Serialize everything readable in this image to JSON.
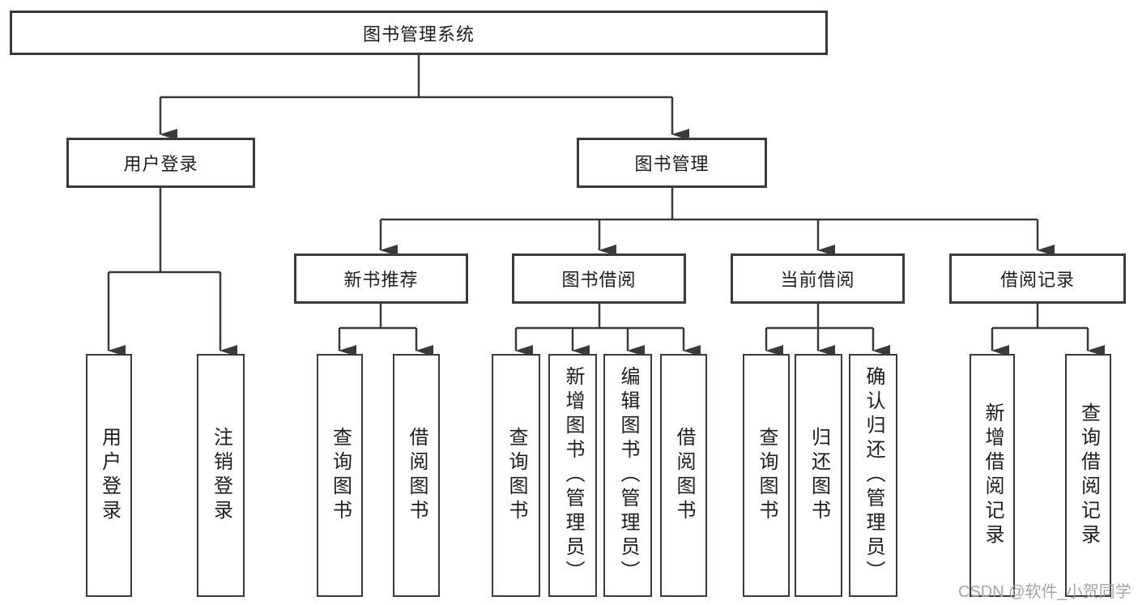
{
  "diagram": {
    "title": "图书管理系统",
    "root": {
      "label": "图书管理系统"
    },
    "level2": [
      {
        "id": "user-login",
        "label": "用户登录"
      },
      {
        "id": "book-management",
        "label": "图书管理"
      }
    ],
    "level3": [
      {
        "id": "new-book-recommend",
        "label": "新书推荐",
        "parent": "book-management"
      },
      {
        "id": "book-borrow",
        "label": "图书借阅",
        "parent": "book-management"
      },
      {
        "id": "current-borrow",
        "label": "当前借阅",
        "parent": "book-management"
      },
      {
        "id": "borrow-record",
        "label": "借阅记录",
        "parent": "book-management"
      }
    ],
    "leaves": [
      {
        "parent": "user-login",
        "label": "用户登录"
      },
      {
        "parent": "user-login",
        "label": "注销登录"
      },
      {
        "parent": "new-book-recommend",
        "label": "查询图书"
      },
      {
        "parent": "new-book-recommend",
        "label": "借阅图书"
      },
      {
        "parent": "book-borrow",
        "label": "查询图书"
      },
      {
        "parent": "book-borrow",
        "label": "新增图书（管理员）"
      },
      {
        "parent": "book-borrow",
        "label": "编辑图书（管理员）"
      },
      {
        "parent": "book-borrow",
        "label": "借阅图书"
      },
      {
        "parent": "current-borrow",
        "label": "查询图书"
      },
      {
        "parent": "current-borrow",
        "label": "归还图书"
      },
      {
        "parent": "current-borrow",
        "label": "确认归还（管理员）"
      },
      {
        "parent": "borrow-record",
        "label": "新增借阅记录"
      },
      {
        "parent": "borrow-record",
        "label": "查询借阅记录"
      }
    ]
  },
  "watermark": "CSDN @软件_小贺同学",
  "colors": {
    "line": "#3a3a3a",
    "text": "#1e1e1e",
    "watermark": "#a5a5a5",
    "background": "#ffffff"
  }
}
